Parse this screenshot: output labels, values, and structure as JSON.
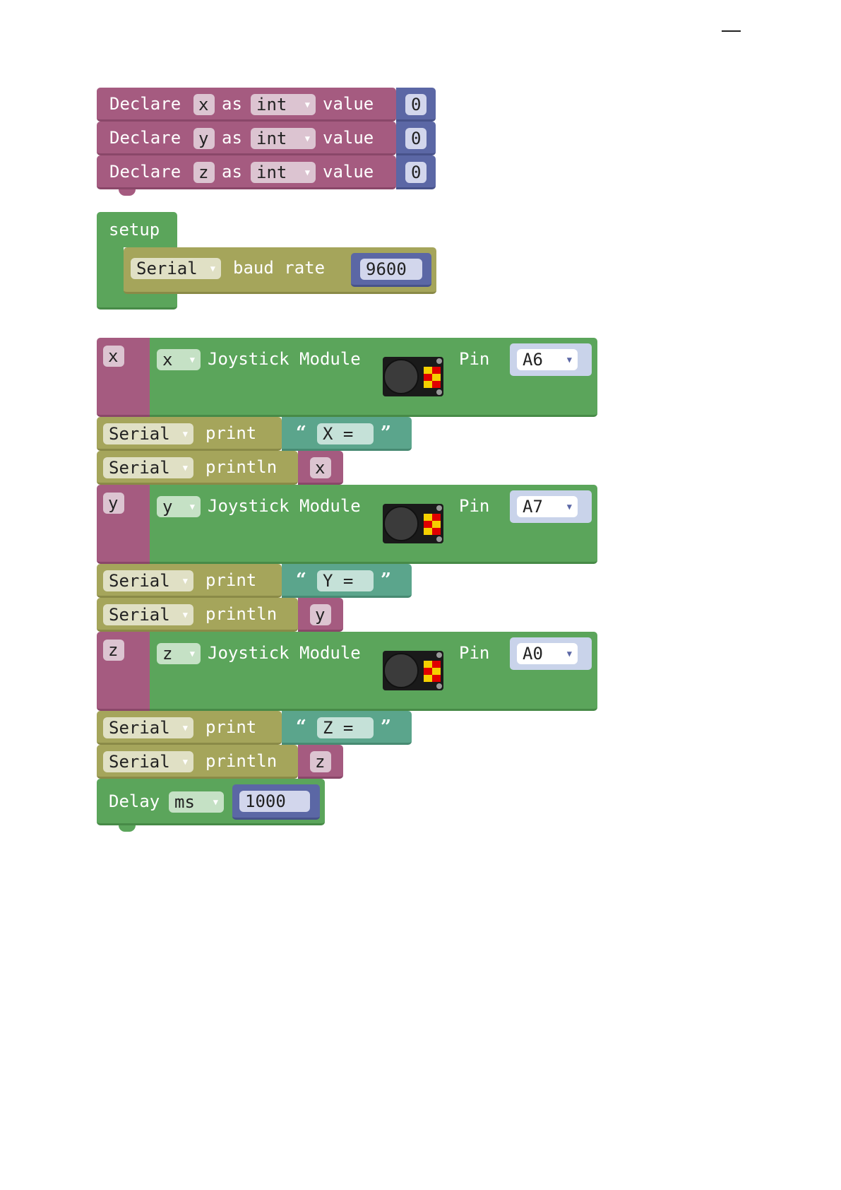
{
  "declares": [
    {
      "keyword": "Declare",
      "var": "x",
      "as": "as",
      "type": "int",
      "value_label": "value",
      "value": "0"
    },
    {
      "keyword": "Declare",
      "var": "y",
      "as": "as",
      "type": "int",
      "value_label": "value",
      "value": "0"
    },
    {
      "keyword": "Declare",
      "var": "z",
      "as": "as",
      "type": "int",
      "value_label": "value",
      "value": "0"
    }
  ],
  "setup": {
    "label": "setup",
    "serial": "Serial",
    "baud_label": "baud rate",
    "baud_value": "9600"
  },
  "joysticks": [
    {
      "var": "x",
      "axis": "x",
      "module_label": "Joystick Module",
      "pin_label": "Pin",
      "pin": "A6",
      "print": {
        "port": "Serial",
        "cmd": "print",
        "text": "X ="
      },
      "println": {
        "port": "Serial",
        "cmd": "println",
        "var": "x"
      }
    },
    {
      "var": "y",
      "axis": "y",
      "module_label": "Joystick Module",
      "pin_label": "Pin",
      "pin": "A7",
      "print": {
        "port": "Serial",
        "cmd": "print",
        "text": "Y ="
      },
      "println": {
        "port": "Serial",
        "cmd": "println",
        "var": "y"
      }
    },
    {
      "var": "z",
      "axis": "z",
      "module_label": "Joystick Module",
      "pin_label": "Pin",
      "pin": "A0",
      "print": {
        "port": "Serial",
        "cmd": "print",
        "text": "Z ="
      },
      "println": {
        "port": "Serial",
        "cmd": "println",
        "var": "z"
      }
    }
  ],
  "delay": {
    "label": "Delay",
    "unit": "ms",
    "value": "1000"
  },
  "quotes": {
    "open": "“",
    "close": "”"
  },
  "colors": {
    "variables": "#a55b80",
    "control": "#5ba55b",
    "serial": "#a5a55b",
    "text": "#5ba58c",
    "math": "#5b67a5"
  },
  "icons": [
    "dropdown-arrow-icon",
    "joystick-module-icon"
  ]
}
